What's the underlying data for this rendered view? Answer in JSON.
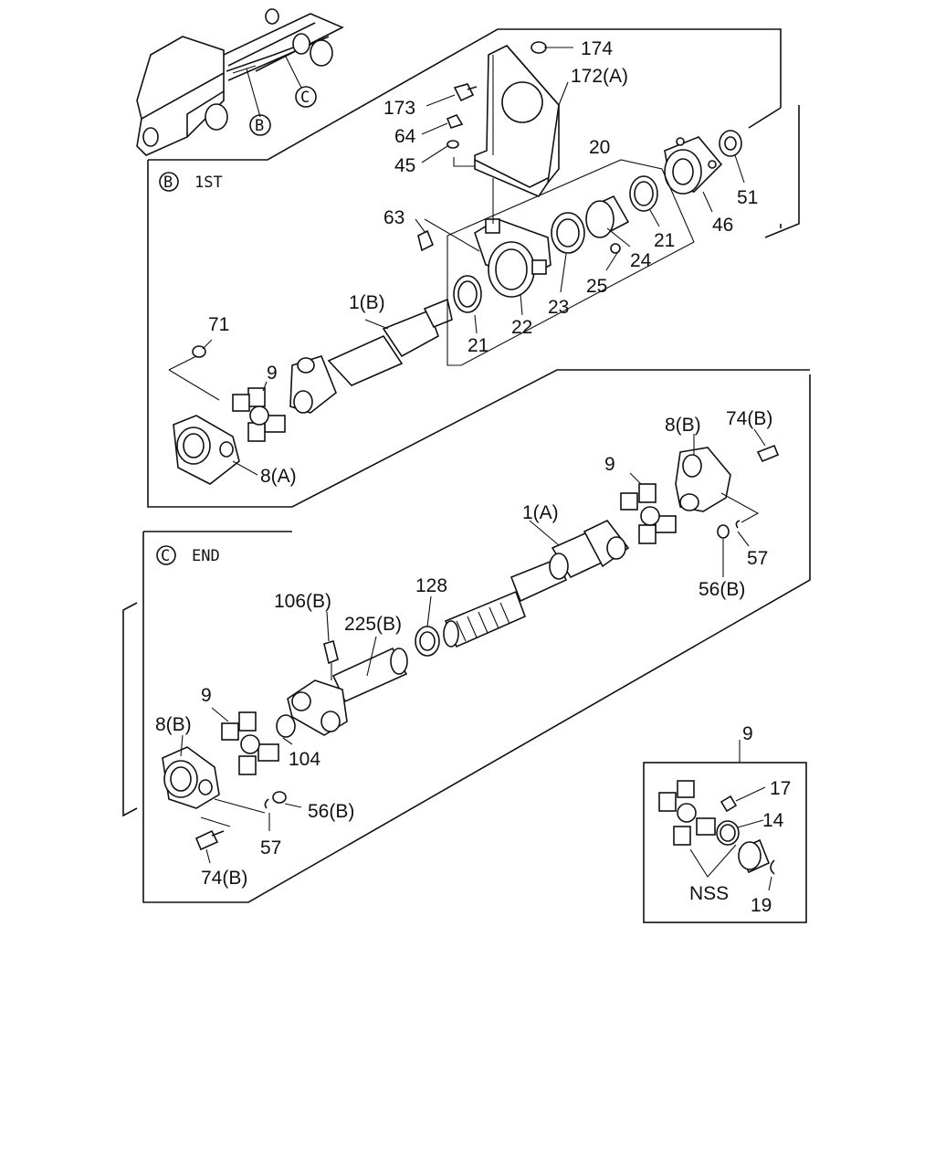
{
  "sections": {
    "first": {
      "marker": "B",
      "title": "1ST"
    },
    "end": {
      "marker": "C",
      "title": "END"
    }
  },
  "overview": {
    "marker_b": "B",
    "marker_c": "C"
  },
  "callouts": {
    "first": {
      "l174": "174",
      "l172a": "172(A)",
      "l173": "173",
      "l64": "64",
      "l45": "45",
      "l20": "20",
      "l63": "63",
      "l1b": "1(B)",
      "l21a": "21",
      "l22": "22",
      "l23": "23",
      "l24": "24",
      "l25": "25",
      "l21b": "21",
      "l46": "46",
      "l51": "51",
      "l71": "71",
      "l9": "9",
      "l8a": "8(A)"
    },
    "end": {
      "l8b_top": "8(B)",
      "l74b_top": "74(B)",
      "l9_top": "9",
      "l1a": "1(A)",
      "l57_top": "57",
      "l56b_top": "56(B)",
      "l128": "128",
      "l106b": "106(B)",
      "l225b": "225(B)",
      "l9_left": "9",
      "l8b_left": "8(B)",
      "l104": "104",
      "l56b_bot": "56(B)",
      "l57_bot": "57",
      "l74b_bot": "74(B)"
    },
    "detail": {
      "l9": "9",
      "l17": "17",
      "l14": "14",
      "nss": "NSS",
      "l19": "19"
    }
  }
}
